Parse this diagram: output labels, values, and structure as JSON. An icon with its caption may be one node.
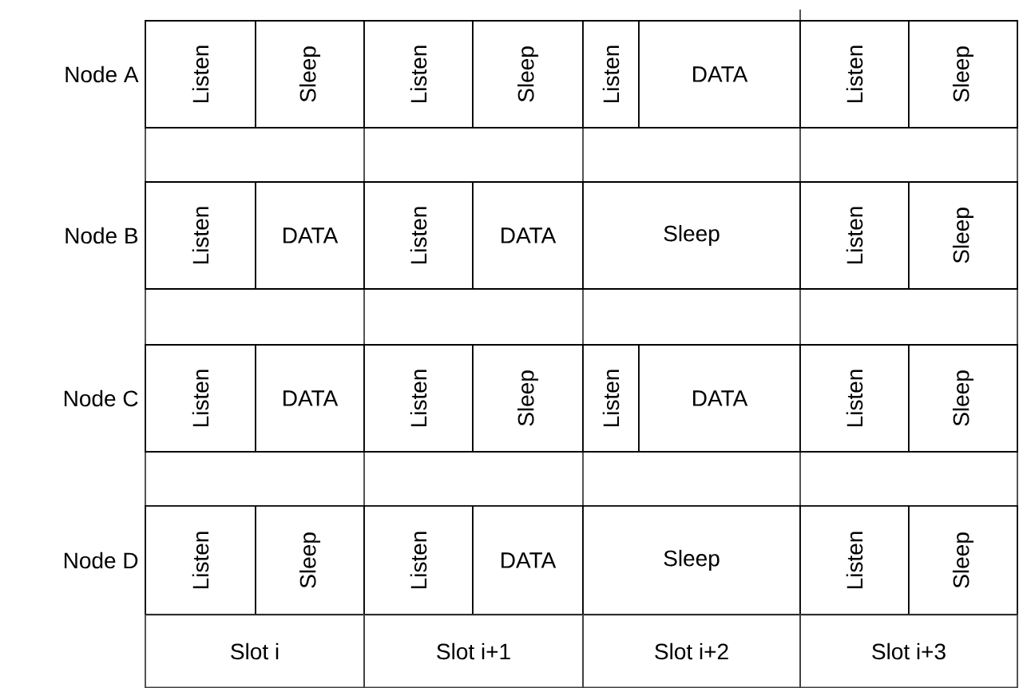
{
  "diagram": {
    "nodes": [
      {
        "text": [
          "Listen"
        ]
      },
      {
        "text": [
          "Sleep"
        ]
      },
      {
        "text": [
          "Listen"
        ]
      },
      {
        "text": [
          "Sleep"
        ]
      },
      {
        "text": [
          "Listen"
        ]
      },
      {
        "text": [
          "DATA"
        ]
      },
      {
        "text": [
          "Listen"
        ]
      },
      {
        "text": [
          "Sleep"
        ]
      },
      {
        "text": [
          "Listen"
        ]
      },
      {
        "text": [
          "DATA"
        ]
      },
      {
        "text": [
          "Listen"
        ]
      },
      {
        "text": [
          "DATA"
        ]
      },
      {
        "text": [
          "Sleep"
        ]
      },
      {
        "text": [
          "Listen"
        ]
      },
      {
        "text": [
          "Sleep"
        ]
      },
      {
        "text": [
          "Listen"
        ]
      },
      {
        "text": [
          "DATA"
        ]
      },
      {
        "text": [
          "Listen"
        ]
      },
      {
        "text": [
          "Sleep"
        ]
      },
      {
        "text": [
          "Listen"
        ]
      },
      {
        "text": [
          "DATA"
        ]
      },
      {
        "text": [
          "Listen"
        ]
      },
      {
        "text": [
          "Sleep"
        ]
      },
      {
        "text": [
          "Listen"
        ]
      },
      {
        "text": [
          "Sleep"
        ]
      },
      {
        "text": [
          "Listen"
        ]
      },
      {
        "text": [
          "DATA"
        ]
      },
      {
        "text": [
          "Sleep"
        ]
      },
      {
        "text": [
          "Listen"
        ]
      },
      {
        "text": [
          "Sleep"
        ]
      }
    ],
    "labels": [
      "Node A",
      "Node B",
      "Node C",
      "Node D",
      "Slot  i",
      "Slot  i+1",
      "Slot  i+2",
      "Slot  i+3"
    ]
  }
}
